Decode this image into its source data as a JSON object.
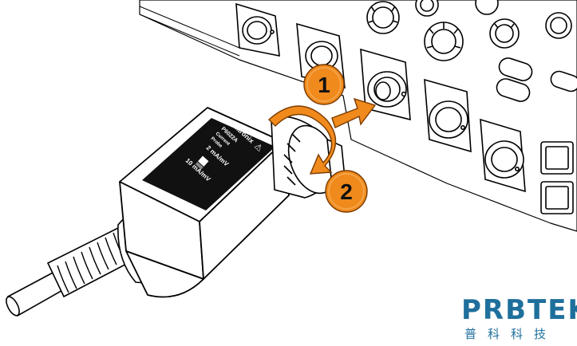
{
  "callouts": [
    {
      "number": "1",
      "meaning": "connect probe to BNC input"
    },
    {
      "number": "2",
      "meaning": "turn locking collar"
    }
  ],
  "probe_label": {
    "brand": "Tektronix",
    "model": "P6022A",
    "type_line1": "Current",
    "type_line2": "Probe",
    "range_high": "2 mA/mV",
    "range_low": "10 mA/mV",
    "warning_symbol": "⚠"
  },
  "logo": {
    "name": "PRBTEK",
    "subtitle": "普科科技"
  },
  "colors": {
    "callout_orange": "#f08a1c",
    "callout_outline": "#7a3b00",
    "logo_blue": "#1f6f9c",
    "label_black": "#111111"
  }
}
